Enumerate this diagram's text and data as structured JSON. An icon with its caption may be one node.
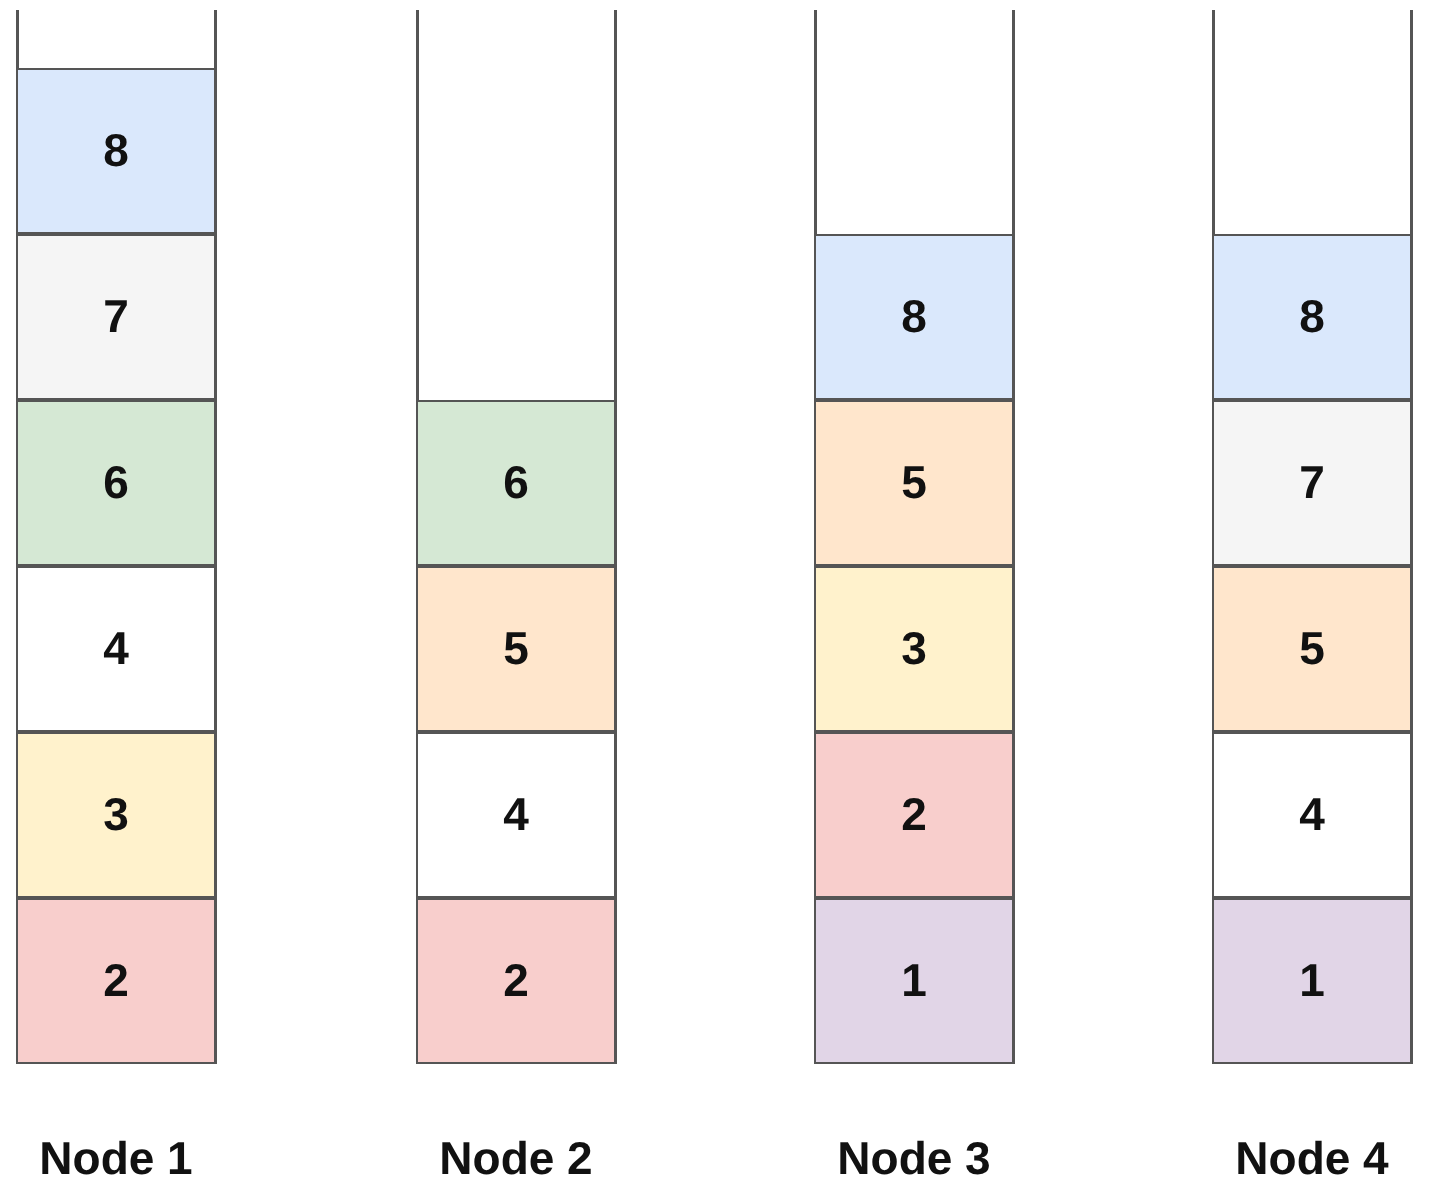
{
  "diagram": {
    "nodes": [
      {
        "text": [
          "Node 1"
        ]
      },
      {
        "text": [
          "8"
        ],
        "in": 0
      },
      {
        "text": [
          "7"
        ],
        "in": 0
      },
      {
        "text": [
          "6"
        ],
        "in": 0
      },
      {
        "text": [
          "4"
        ],
        "in": 0
      },
      {
        "text": [
          "3"
        ],
        "in": 0
      },
      {
        "text": [
          "2"
        ],
        "in": 0
      },
      {
        "text": [
          "Node 2"
        ]
      },
      {
        "text": [
          "6"
        ],
        "in": 7
      },
      {
        "text": [
          "5"
        ],
        "in": 7
      },
      {
        "text": [
          "4"
        ],
        "in": 7
      },
      {
        "text": [
          "2"
        ],
        "in": 7
      },
      {
        "text": [
          "Node 3"
        ]
      },
      {
        "text": [
          "8"
        ],
        "in": 12
      },
      {
        "text": [
          "5"
        ],
        "in": 12
      },
      {
        "text": [
          "3"
        ],
        "in": 12
      },
      {
        "text": [
          "2"
        ],
        "in": 12
      },
      {
        "text": [
          "1"
        ],
        "in": 12
      },
      {
        "text": [
          "Node 4"
        ]
      },
      {
        "text": [
          "8"
        ],
        "in": 18
      },
      {
        "text": [
          "7"
        ],
        "in": 18
      },
      {
        "text": [
          "5"
        ],
        "in": 18
      },
      {
        "text": [
          "4"
        ],
        "in": 18
      },
      {
        "text": [
          "1"
        ],
        "in": 18
      }
    ]
  }
}
